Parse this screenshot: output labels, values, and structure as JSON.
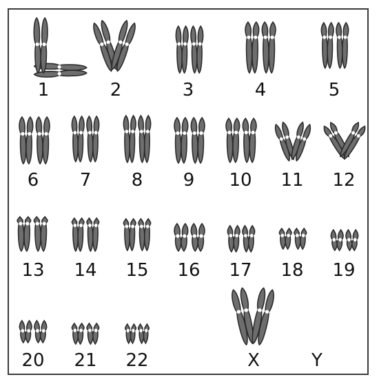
{
  "karyotype": {
    "chromosomes": [
      {
        "label": "1"
      },
      {
        "label": "2"
      },
      {
        "label": "3"
      },
      {
        "label": "4"
      },
      {
        "label": "5"
      },
      {
        "label": "6"
      },
      {
        "label": "7"
      },
      {
        "label": "8"
      },
      {
        "label": "9"
      },
      {
        "label": "10"
      },
      {
        "label": "11"
      },
      {
        "label": "12"
      },
      {
        "label": "13"
      },
      {
        "label": "14"
      },
      {
        "label": "15"
      },
      {
        "label": "16"
      },
      {
        "label": "17"
      },
      {
        "label": "18"
      },
      {
        "label": "19"
      },
      {
        "label": "20"
      },
      {
        "label": "21"
      },
      {
        "label": "22"
      },
      {
        "label": "X"
      },
      {
        "label": "Y"
      }
    ],
    "colors": {
      "chromatid_fill": "#6e6e6e",
      "outline": "#2b2b2b",
      "centromere": "#ffffff",
      "frame": "#3a3a3a"
    }
  }
}
